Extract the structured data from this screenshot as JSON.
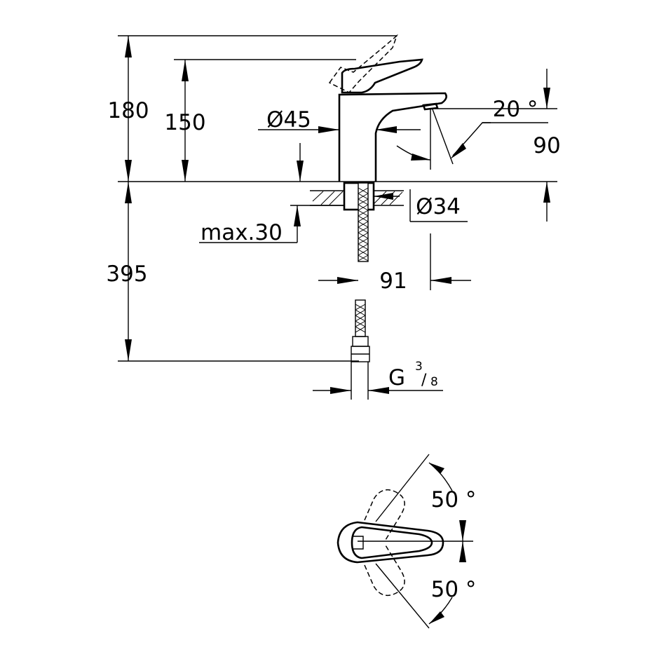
{
  "side_view": {
    "dim_total_height": "180",
    "dim_spout_height": "150",
    "dim_body_diameter": "Ø45",
    "dim_spout_angle": "20 °",
    "dim_spout_projection_height": "90",
    "dim_mount_diameter": "Ø34",
    "dim_max_deck_thickness": "max.30",
    "dim_hose_length": "395",
    "dim_spout_reach": "91",
    "dim_connection_main": "G",
    "dim_connection_num": "3",
    "dim_connection_den": "8"
  },
  "top_view": {
    "dim_lever_angle_upper": "50 °",
    "dim_lever_angle_lower": "50 °"
  }
}
